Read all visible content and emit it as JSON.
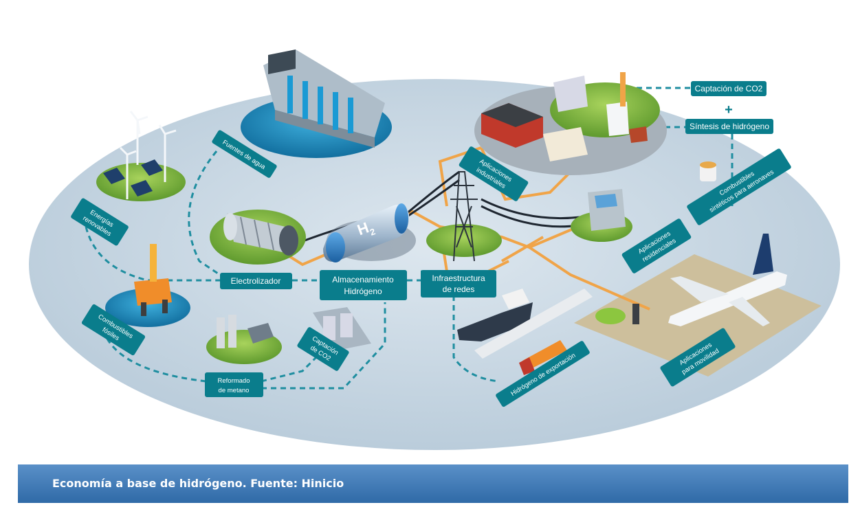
{
  "labels": {
    "captacion_co2_top": "Captación de CO2",
    "plus": "+",
    "sintesis": "Síntesis de hidrógeno",
    "fuentes_agua": "Fuentes de agua",
    "aplicaciones_industriales_1": "Aplicaciones",
    "aplicaciones_industriales_2": "industriales",
    "combustibles_sinteticos_1": "Combustibles",
    "combustibles_sinteticos_2": "sintéticos para aeronaves",
    "energias_renovables_1": "Energías",
    "energias_renovables_2": "renovables",
    "aplicaciones_residenciales_1": "Aplicaciones",
    "aplicaciones_residenciales_2": "residenciales",
    "electrolizador": "Electrolizador",
    "almacenamiento_1": "Almacenamiento",
    "almacenamiento_2": "Hidrógeno",
    "infraestructura_1": "Infraestructura",
    "infraestructura_2": "de redes",
    "combustibles_fosiles_1": "Combustibles",
    "combustibles_fosiles_2": "fósiles",
    "captacion_co2_bottom_1": "Captación",
    "captacion_co2_bottom_2": "de CO2",
    "reformado_1": "Reformado",
    "reformado_2": "de metano",
    "hidrogeno_exportacion": "Hidrógeno de exportación",
    "aplicaciones_movilidad_1": "Aplicaciones",
    "aplicaciones_movilidad_2": "para movilidad",
    "tank_h": "H",
    "tank_sub": "2"
  },
  "caption": "Economía a base de hidrógeno. Fuente: Hinicio",
  "colors": {
    "ellipse": "#c6d6e2",
    "label_box": "#0a7d8c",
    "dashed_line": "#1f8ea0",
    "pipe": "#f0a448",
    "caption_bar": "#3c78b6",
    "grass": "#8cc04a",
    "water": "#1b8fc2"
  }
}
